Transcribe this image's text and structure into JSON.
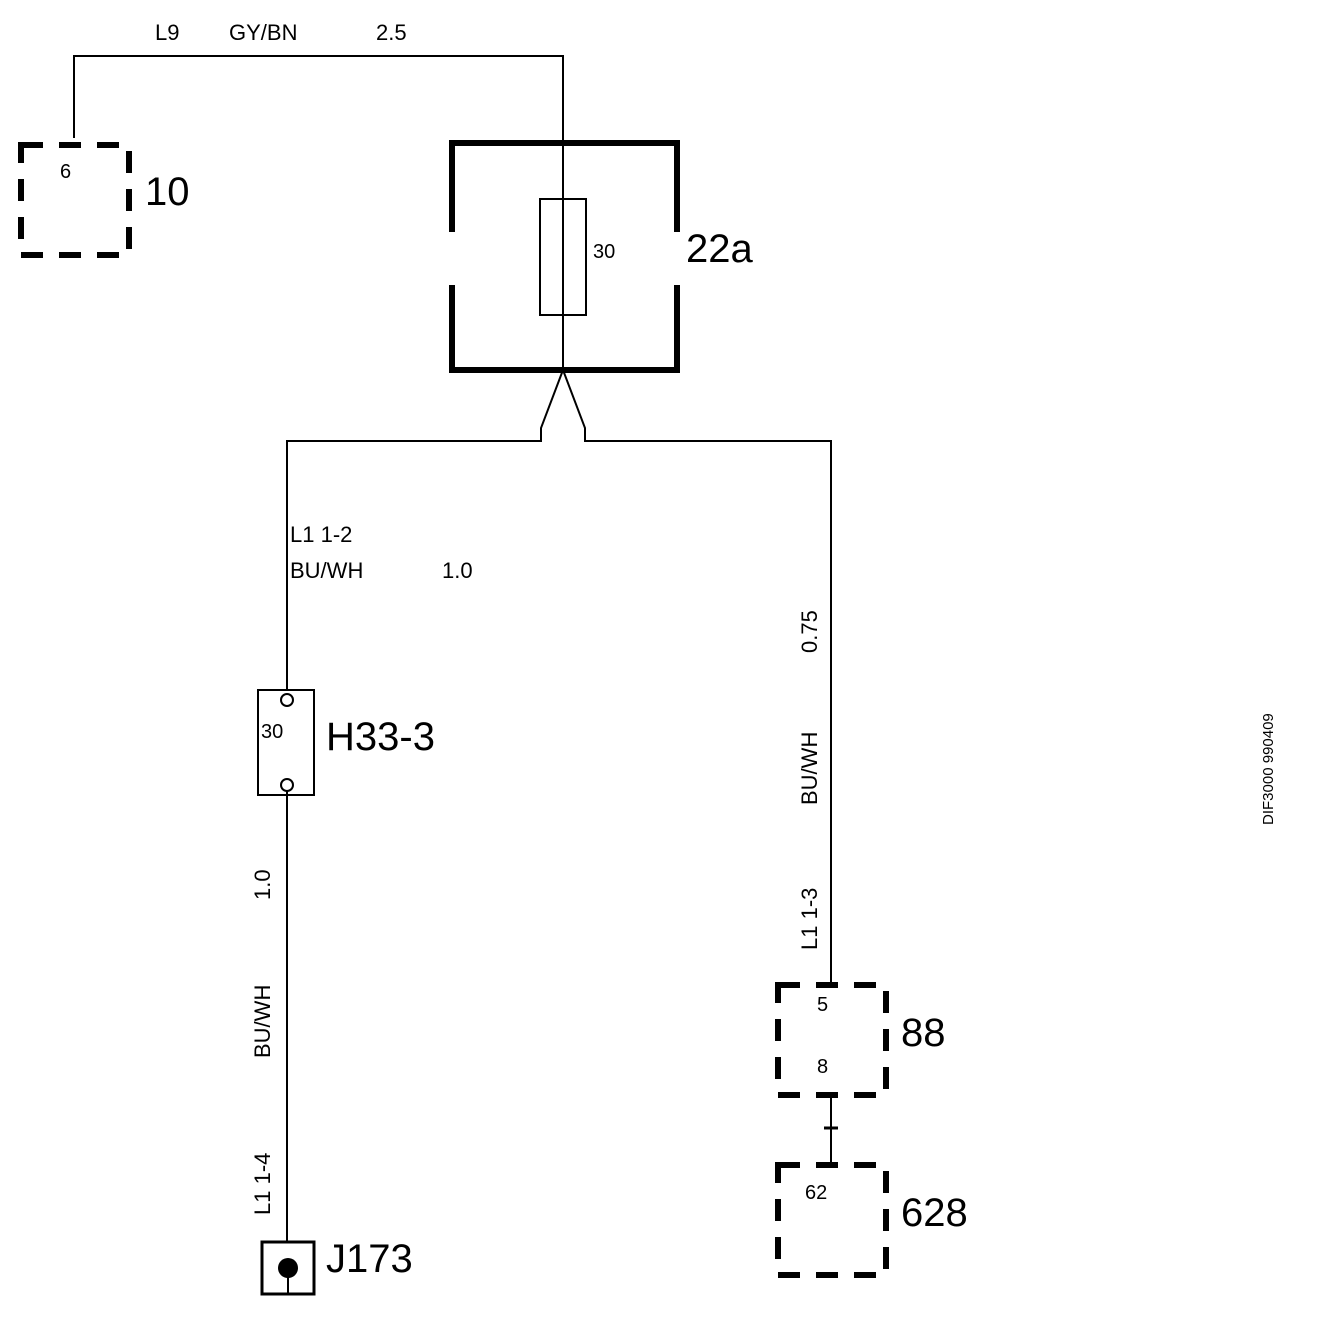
{
  "top_wire": {
    "circuit": "L9",
    "color": "GY/BN",
    "size": "2.5"
  },
  "components": {
    "c10": {
      "id": "10",
      "pin": "6"
    },
    "c22a": {
      "id": "22a",
      "fuse": "30"
    },
    "h33": {
      "id": "H33-3",
      "fuse": "30"
    },
    "j173": {
      "id": "J173"
    },
    "c88": {
      "id": "88",
      "pin_top": "5",
      "pin_bottom": "8"
    },
    "c628": {
      "id": "628",
      "pin": "62"
    }
  },
  "wires": {
    "w12": {
      "circuit": "L1  1-2",
      "color": "BU/WH",
      "size": "1.0"
    },
    "w14": {
      "circuit": "L1  1-4",
      "color": "BU/WH",
      "size": "1.0"
    },
    "w13": {
      "circuit": "L1  1-3",
      "color": "BU/WH",
      "size": "0.75"
    }
  },
  "doc_code": "DIF3000 990409"
}
